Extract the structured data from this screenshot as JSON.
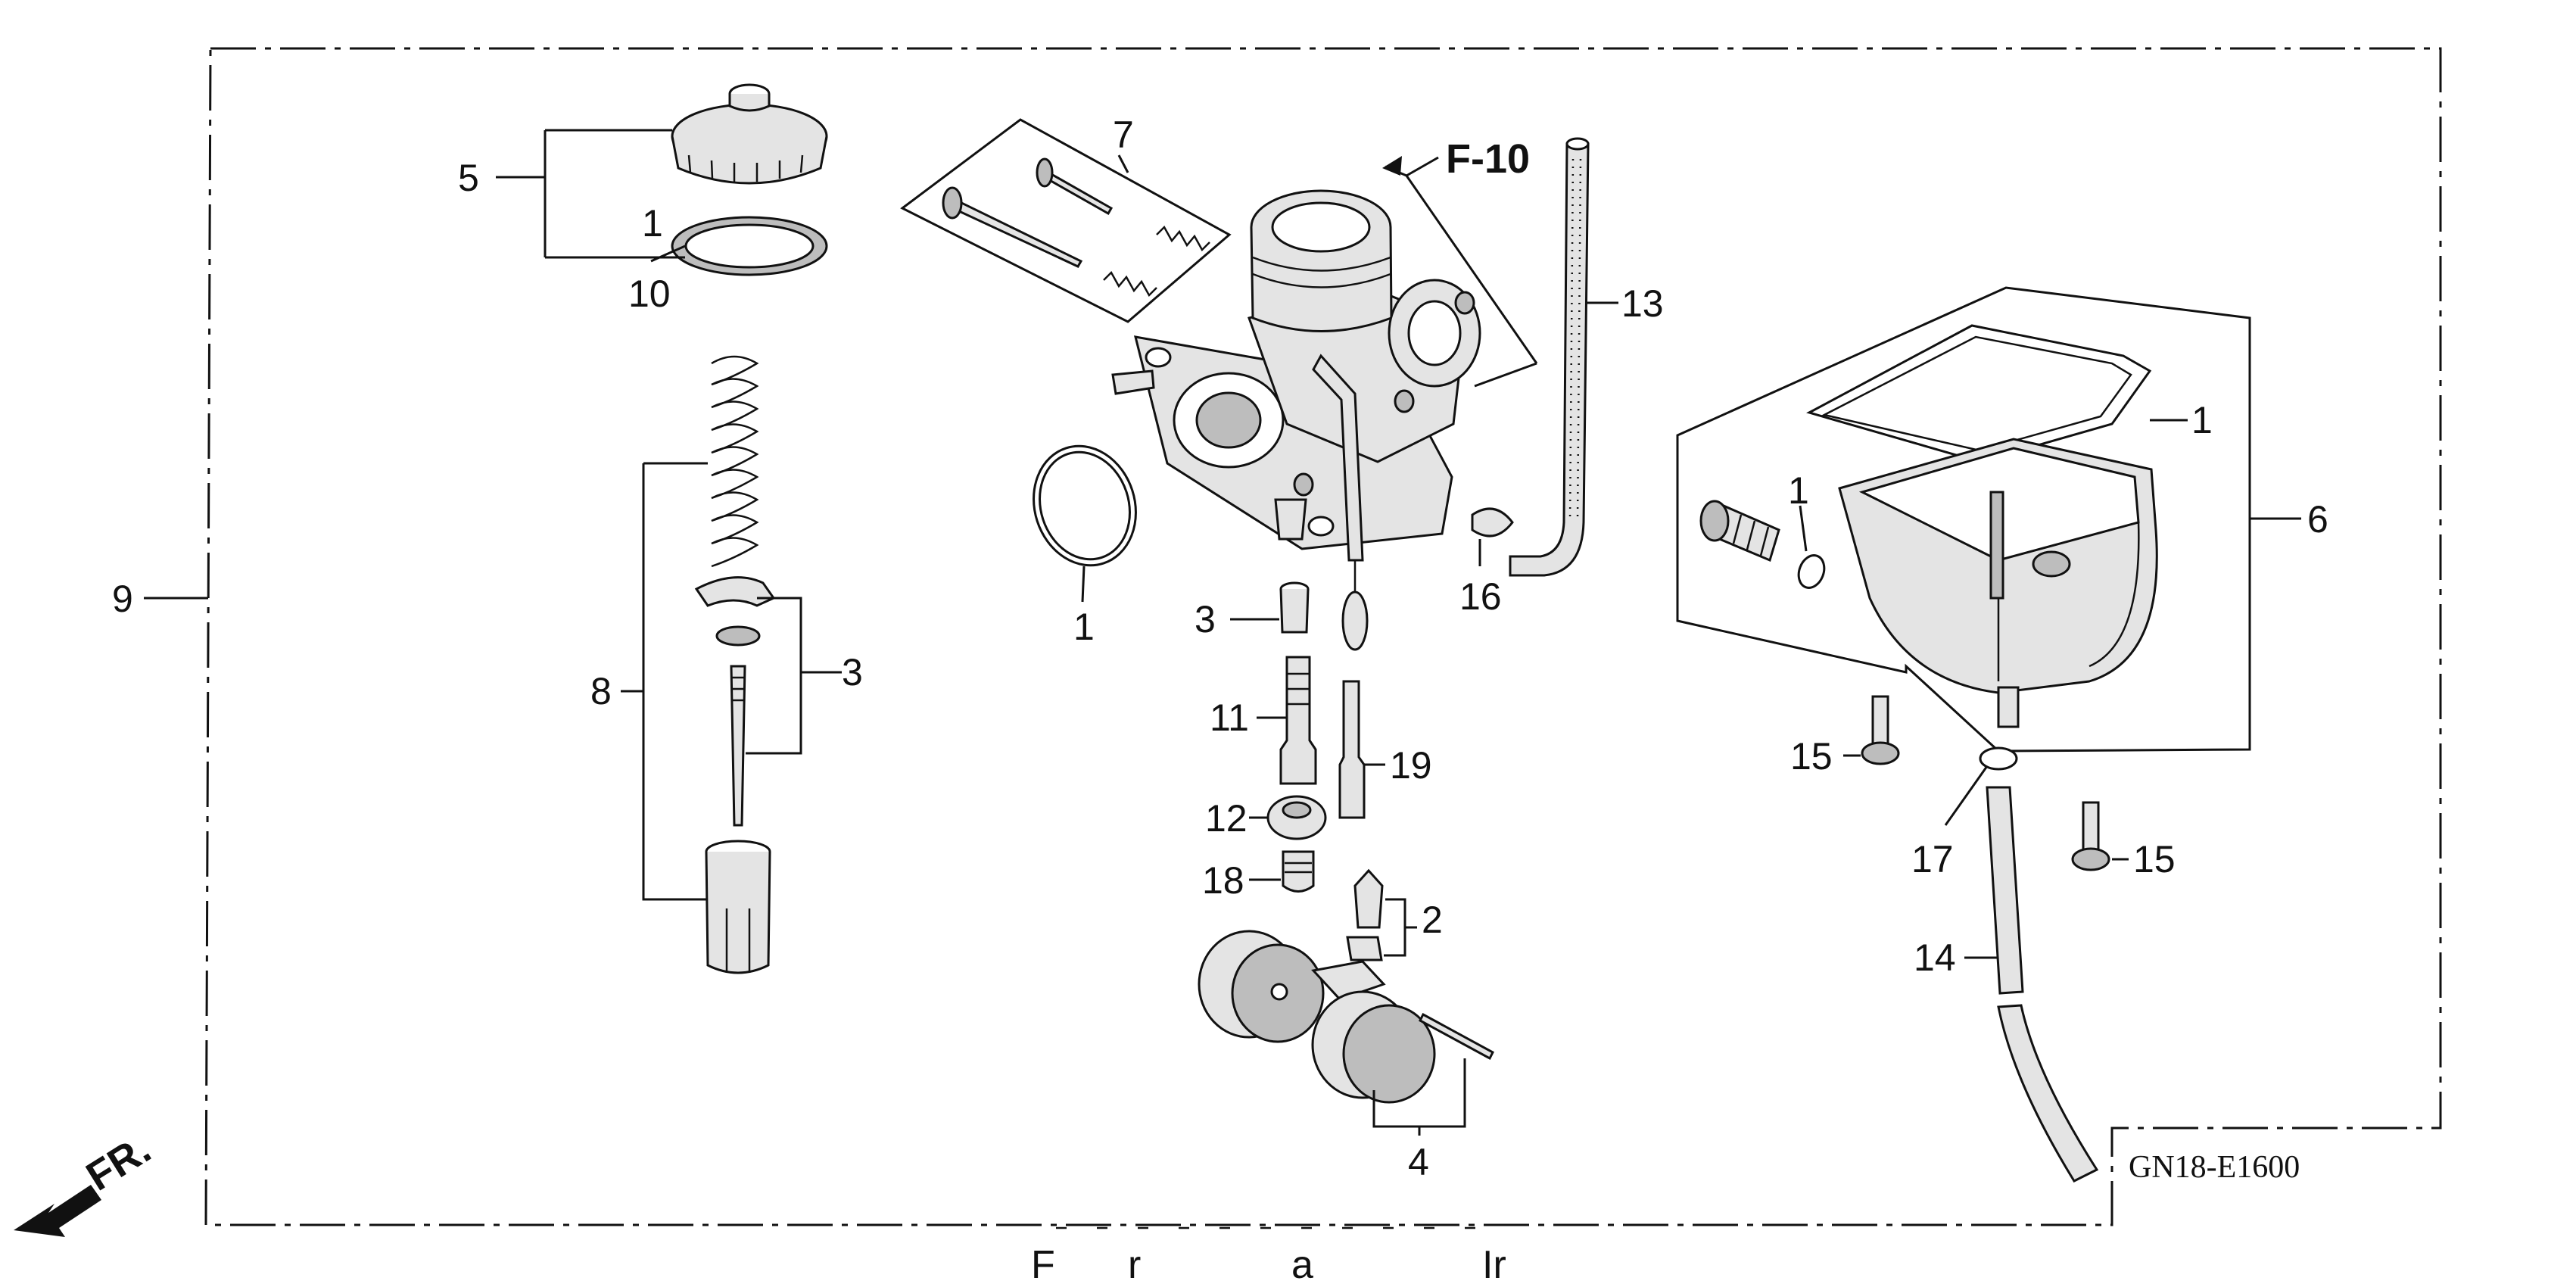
{
  "diagram": {
    "reference_code": "GN18-E1600",
    "arrow_label": "F-10",
    "direction_label": "FR.",
    "footer_text": [
      "F",
      "r",
      "a",
      "Ir"
    ],
    "callouts": {
      "c1_cap_gasket": "1",
      "c1_oring": "1",
      "c1_float_gasket": "1",
      "c1_drain_oring": "1",
      "c2": "2",
      "c3_spring_seat": "3",
      "c3_needle_jet": "3",
      "c4": "4",
      "c5": "5",
      "c6": "6",
      "c7": "7",
      "c8": "8",
      "c9": "9",
      "c10": "10",
      "c11": "11",
      "c12": "12",
      "c13": "13",
      "c14": "14",
      "c15_left": "15",
      "c15_right": "15",
      "c16": "16",
      "c17": "17",
      "c18": "18",
      "c19": "19"
    }
  }
}
